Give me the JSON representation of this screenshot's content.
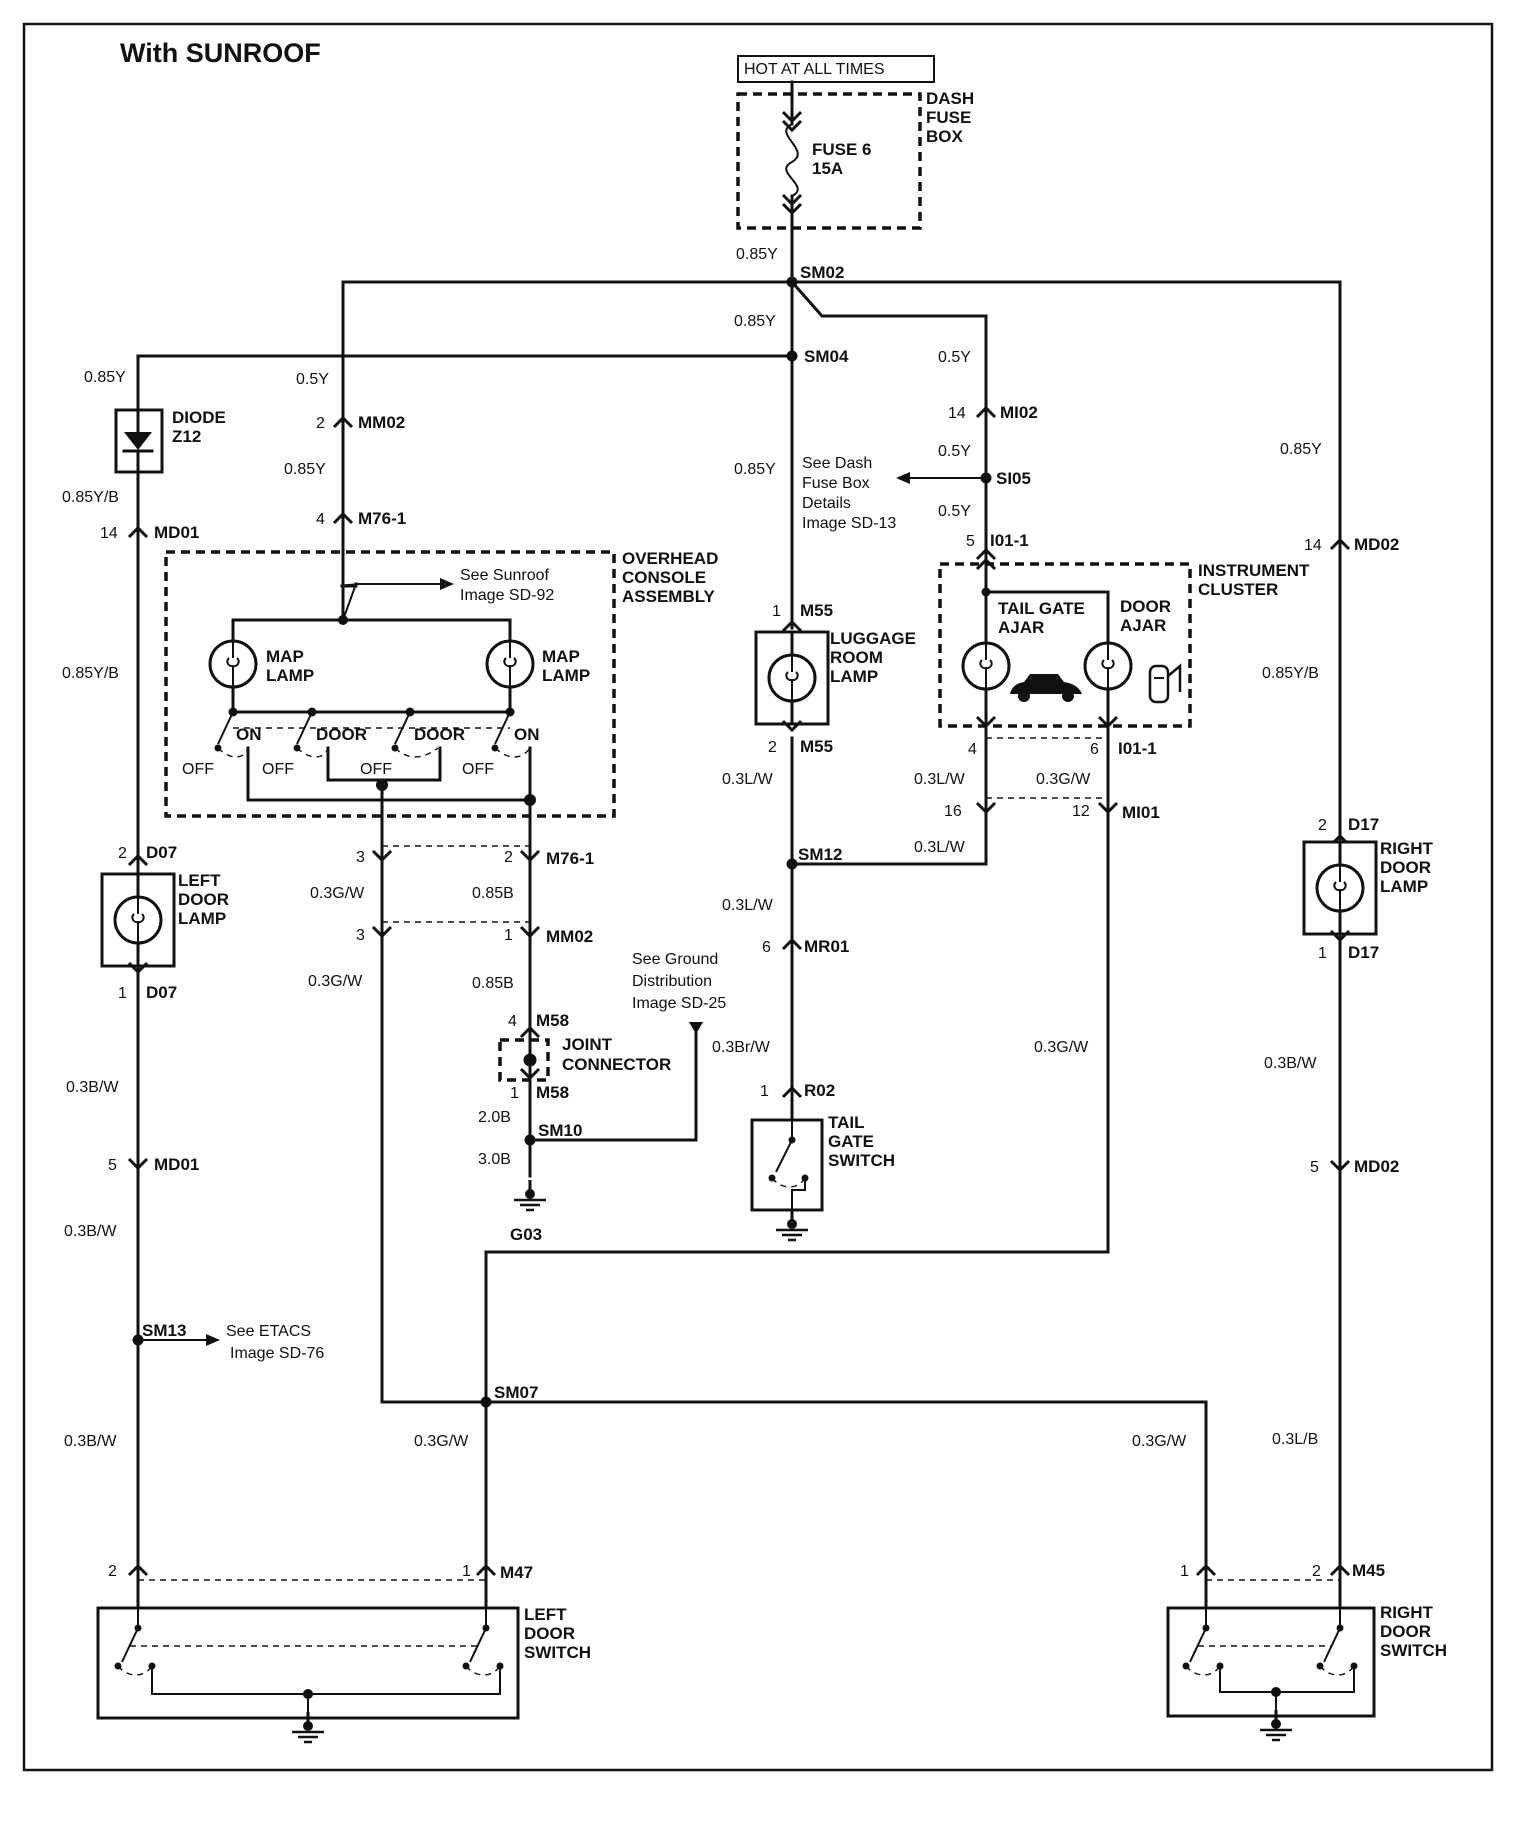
{
  "title": "With SUNROOF",
  "supply": {
    "hot_label": "HOT AT ALL TIMES",
    "fuse_box": [
      "DASH",
      "FUSE",
      "BOX"
    ],
    "fuse": [
      "FUSE 6",
      "15A"
    ]
  },
  "splices": {
    "sm02": "SM02",
    "sm04": "SM04",
    "si05": "SI05",
    "sm12": "SM12",
    "sm10": "SM10",
    "sm13": "SM13",
    "sm07": "SM07"
  },
  "components": {
    "diode": [
      "DIODE",
      "Z12"
    ],
    "overhead": [
      "OVERHEAD",
      "CONSOLE",
      "ASSEMBLY"
    ],
    "map_lamp": [
      "MAP",
      "LAMP"
    ],
    "luggage": [
      "LUGGAGE",
      "ROOM",
      "LAMP"
    ],
    "cluster": [
      "INSTRUMENT",
      "CLUSTER"
    ],
    "tailgate_ajar": [
      "TAIL GATE",
      "AJAR"
    ],
    "door_ajar": [
      "DOOR",
      "AJAR"
    ],
    "left_door_lamp": [
      "LEFT",
      "DOOR",
      "LAMP"
    ],
    "right_door_lamp": [
      "RIGHT",
      "DOOR",
      "LAMP"
    ],
    "joint": [
      "JOINT",
      "CONNECTOR"
    ],
    "ground": "G03",
    "tailgate_switch": [
      "TAIL",
      "GATE",
      "SWITCH"
    ],
    "left_door_switch": [
      "LEFT",
      "DOOR",
      "SWITCH"
    ],
    "right_door_switch": [
      "RIGHT",
      "DOOR",
      "SWITCH"
    ]
  },
  "switch_labels": {
    "on": "ON",
    "off": "OFF",
    "door": "DOOR"
  },
  "references": {
    "sunroof": [
      "See Sunroof",
      "Image SD-92"
    ],
    "dash_fuse": [
      "See Dash",
      "Fuse Box",
      "Details",
      "Image SD-13"
    ],
    "ground_dist": [
      "See Ground",
      "Distribution",
      "Image SD-25"
    ],
    "etacs": [
      "See ETACS",
      "Image SD-76"
    ]
  },
  "wires": {
    "w085y": "0.85Y",
    "w05y": "0.5Y",
    "w085yb": "0.85Y/B",
    "w03gw": "0.3G/W",
    "w085b": "0.85B",
    "w03lw": "0.3L/W",
    "w03bw": "0.3B/W",
    "w03brw": "0.3Br/W",
    "w20b": "2.0B",
    "w30b": "3.0B",
    "w03lb": "0.3L/B"
  },
  "connectors": {
    "md01": "MD01",
    "mm02": "MM02",
    "m76": "M76-1",
    "mi02": "MI02",
    "i01": "I01-1",
    "md02": "MD02",
    "m55": "M55",
    "d07": "D07",
    "d17": "D17",
    "mr01": "MR01",
    "r02": "R02",
    "mi01": "MI01",
    "m58": "M58",
    "m47": "M47",
    "m45": "M45"
  },
  "pins": {
    "p1": "1",
    "p2": "2",
    "p3": "3",
    "p4": "4",
    "p5": "5",
    "p6": "6",
    "p12": "12",
    "p14": "14",
    "p16": "16"
  }
}
